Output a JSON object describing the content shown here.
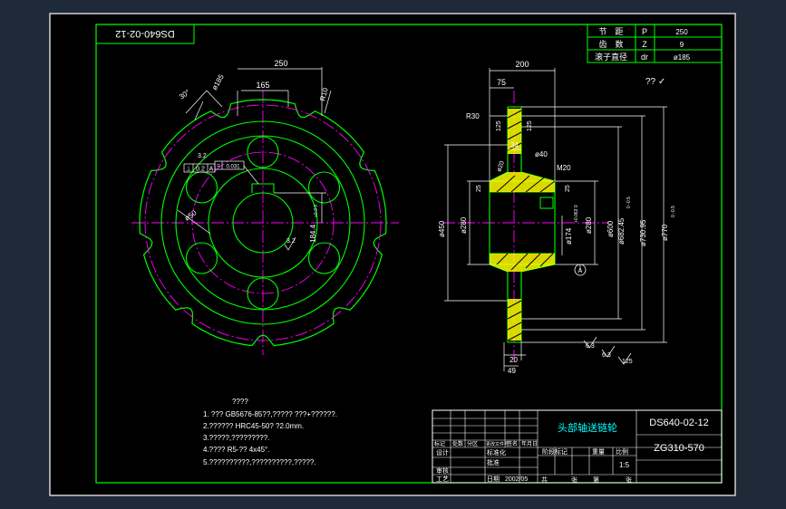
{
  "colors": {
    "frame": "#ffffff",
    "paper": "#000000",
    "border": "#00ff00",
    "outline": "#00ff00",
    "center": "#ff00ff",
    "dimension": "#ffffff",
    "text": "#ffffff",
    "highlight": "#00ffff",
    "hatch": "#ffff00"
  },
  "corner_label": "DS640-02-12",
  "param_table": {
    "rows": [
      {
        "name": "节　距",
        "sym": "P",
        "value": "250"
      },
      {
        "name": "齿　数",
        "sym": "Z",
        "value": "9"
      },
      {
        "name": "滚子直径",
        "sym": "dr",
        "value": "ø185"
      }
    ]
  },
  "roughness_note": "?? ✓",
  "front_view": {
    "dims": {
      "pitch": "250",
      "chord": "165",
      "roller": "ø185",
      "radius": "R10",
      "angle": "30°",
      "bore": "ø50",
      "keyway": "184.4",
      "keyway_tol": "+0.3 0",
      "rough": "3.2",
      "tol_sym": "⊥",
      "tol_val": "0.2",
      "tol_ref": "A",
      "sym_tol": "=",
      "sym_val": "0.031"
    }
  },
  "side_view": {
    "dims": {
      "width": "200",
      "offset": "75",
      "r30": "R30",
      "w125a": "125",
      "w125b": "125",
      "w34": "34",
      "d40": "ø40",
      "m20": "M20",
      "r25a": "25",
      "r25b": "25",
      "r20": "ø20",
      "d450": "ø450",
      "d280a": "ø280",
      "d280b": "ø280",
      "d174": "ø174",
      "d174_tol": "+0.063 0",
      "d600": "ø600",
      "d682": "ø682.45",
      "d682_tol": "0 -0.5",
      "d730": "ø730.95",
      "d770": "ø770",
      "d770_tol": "0 -0.5",
      "w20": "20",
      "w49": "49",
      "datum": "A",
      "r63a": "6.3",
      "r63b": "6.3",
      "r125": "125"
    }
  },
  "notes": [
    "????",
    "1. ???  GB5676-85??,?????      ???+??????.",
    "2.??????     HRC45-50? ?2.0mm.",
    "3.?????,?????????.",
    "4.????   R5-??      4x45°.",
    "5.??????????,??????????,?????."
  ],
  "title_block": {
    "part_name": "头部轴送链轮",
    "drawing_no": "DS640-02-12",
    "material": "ZG310-570",
    "scale": "1:5",
    "rev_headers": [
      "标记",
      "处数",
      "分区",
      "更改文件号",
      "签名",
      "年月日"
    ],
    "roles": [
      "设计",
      "审核",
      "工艺"
    ],
    "mid_labels": [
      "标准化",
      "批准",
      "日期"
    ],
    "date": "2002/05",
    "stage_headers": [
      "阶段标记",
      "重量",
      "比例"
    ],
    "sheet_labels": [
      "共",
      "张",
      "第",
      "张"
    ]
  }
}
